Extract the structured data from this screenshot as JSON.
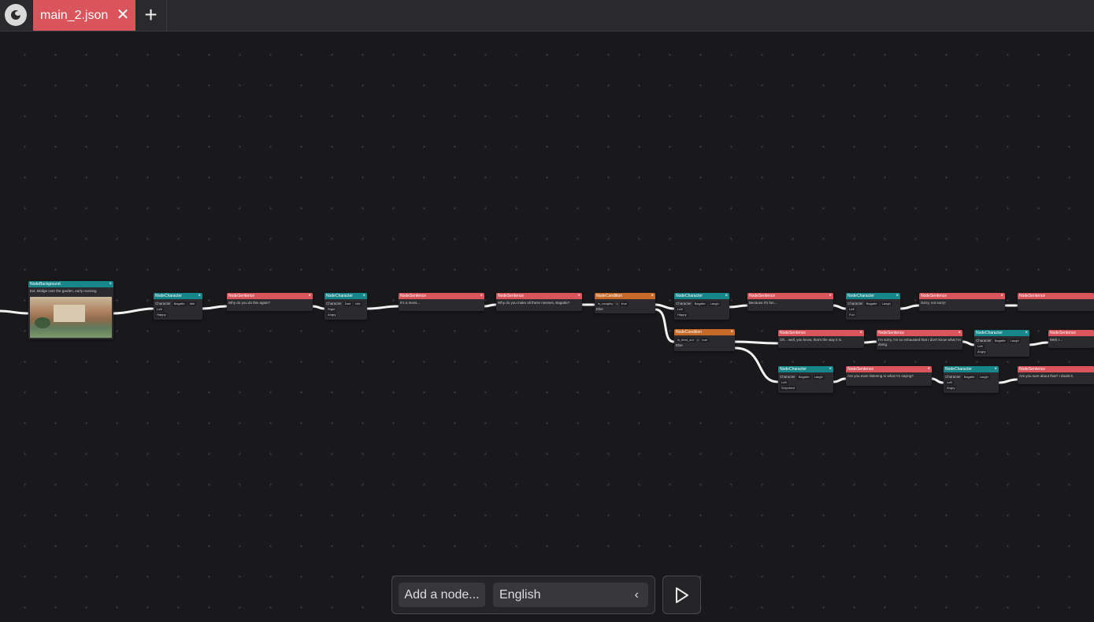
{
  "tabs": {
    "file_name": "main_2.json",
    "close_glyph": "✕",
    "add_glyph": "+"
  },
  "toolbar": {
    "add_node_label": "Add a node...",
    "language_value": "English",
    "chevron_glyph": "‹"
  },
  "colors": {
    "teal": "#17868a",
    "red": "#d9545b",
    "orange": "#c66a2a",
    "tab": "#d9545b"
  },
  "nodes": {
    "background": {
      "title": "NodeBackground",
      "text": "Ext. Bridge over the garden, early morning"
    },
    "char1": {
      "title": "NodeCharacter",
      "name": "Character",
      "c1": "Bagatte",
      "c2": "Idle",
      "pos": "Left",
      "c3": "Happy"
    },
    "s1": {
      "title": "NodeSentence",
      "text": "Why do you do this again?"
    },
    "char2": {
      "title": "NodeCharacter",
      "name": "Character",
      "c1": "Dad",
      "c2": "Idle",
      "pos": "Right",
      "c3": "Angry"
    },
    "s2": {
      "title": "NodeSentence",
      "text": "It's a mess..."
    },
    "s3": {
      "title": "NodeSentence",
      "text": "Why do you make all these messes, Bagatte?"
    },
    "cond1": {
      "title": "NodeCondition",
      "cond": "is_naughty",
      "eq": "=",
      "val": "true",
      "else": "Else"
    },
    "char3": {
      "title": "NodeCharacter",
      "name": "Character",
      "c1": "Bagatte",
      "c2": "Laugh",
      "pos": "Left",
      "c3": "Happy"
    },
    "s4": {
      "title": "NodeSentence",
      "text": "Because it's fun..."
    },
    "char4": {
      "title": "NodeCharacter",
      "name": "Character",
      "c1": "Bagatte",
      "c2": "Laugh",
      "pos": "Left",
      "c3": "Fun"
    },
    "s5": {
      "title": "NodeSentence",
      "text": "Sorry, not sorry!"
    },
    "s6": {
      "title": "NodeSentence",
      "text": ""
    },
    "cond2": {
      "title": "NodeCondition",
      "cond": "is_tired_out",
      "eq": "=",
      "val": "true",
      "else": "Else"
    },
    "s7": {
      "title": "NodeSentence",
      "text": "Oh... well, you know, that's the way it is."
    },
    "s8": {
      "title": "NodeSentence",
      "text": "I'm sorry, I'm so exhausted that I don't know what I'm doing."
    },
    "char5": {
      "title": "NodeCharacter",
      "name": "Character",
      "c1": "Bagatte",
      "c2": "Laugh",
      "pos": "Left",
      "c3": "Angry"
    },
    "s9": {
      "title": "NodeSentence",
      "text": "Well, I..."
    },
    "char6": {
      "title": "NodeCharacter",
      "name": "Character",
      "c1": "Bagatte",
      "c2": "Laugh",
      "pos": "Left",
      "c3": "Surprised"
    },
    "s10": {
      "title": "NodeSentence",
      "text": "Are you even listening to what I'm saying?"
    },
    "char7": {
      "title": "NodeCharacter",
      "name": "Character",
      "c1": "Bagatte",
      "c2": "Laugh",
      "pos": "Left",
      "c3": "Angry"
    },
    "s11": {
      "title": "NodeSentence",
      "text": "Are you sure about that? I doubt it."
    }
  }
}
